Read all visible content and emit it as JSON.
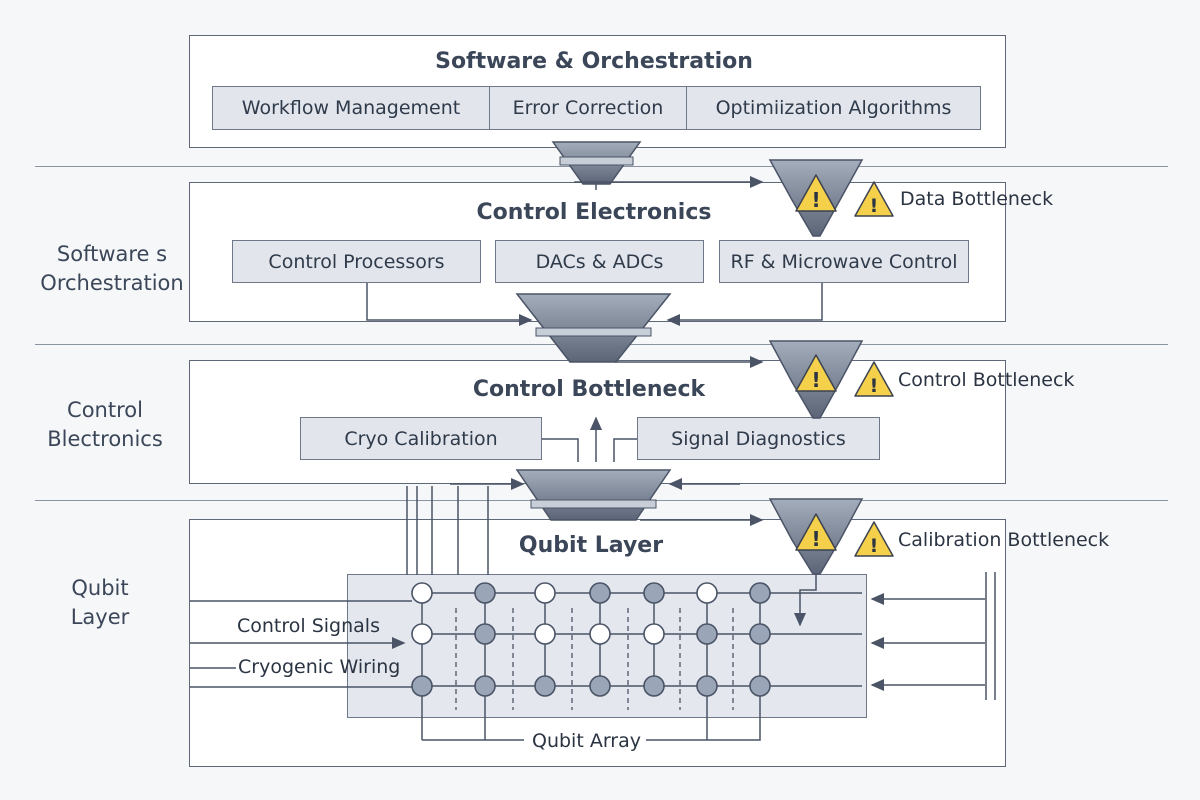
{
  "software": {
    "title": "Software & Orchestration",
    "items": [
      "Workflow Management",
      "Error Correction",
      "Optimiization Algorithms"
    ]
  },
  "control_electronics": {
    "title": "Control Electronics",
    "items": [
      "Control Processors",
      "DACs & ADCs",
      "RF & Microwave Control"
    ]
  },
  "control_bottleneck": {
    "title": "Control Bottleneck",
    "items": [
      "Cryo Calibration",
      "Signal Diagnostics"
    ]
  },
  "qubit_layer": {
    "title": "Qubit Layer",
    "control_signals": "Control Signals",
    "cryogenic_wiring": "Cryogenic Wiring",
    "qubit_array": "Qubit Array"
  },
  "side_labels": {
    "software": [
      "Software s",
      "Orchestration"
    ],
    "control": [
      "Control",
      "Blectronics"
    ],
    "qubit": [
      "Qubit",
      "Layer"
    ]
  },
  "bottlenecks": {
    "data": "Data Bottleneck",
    "control": "Control Bottleneck",
    "calibration": "Calibration Bottleneck"
  },
  "colors": {
    "warning": "#f5d04a",
    "qubit_fill": "#9aa6b8",
    "funnel": "#5e6878"
  },
  "icons": [
    "warning-icon",
    "funnel-icon",
    "qubit-node-icon"
  ]
}
